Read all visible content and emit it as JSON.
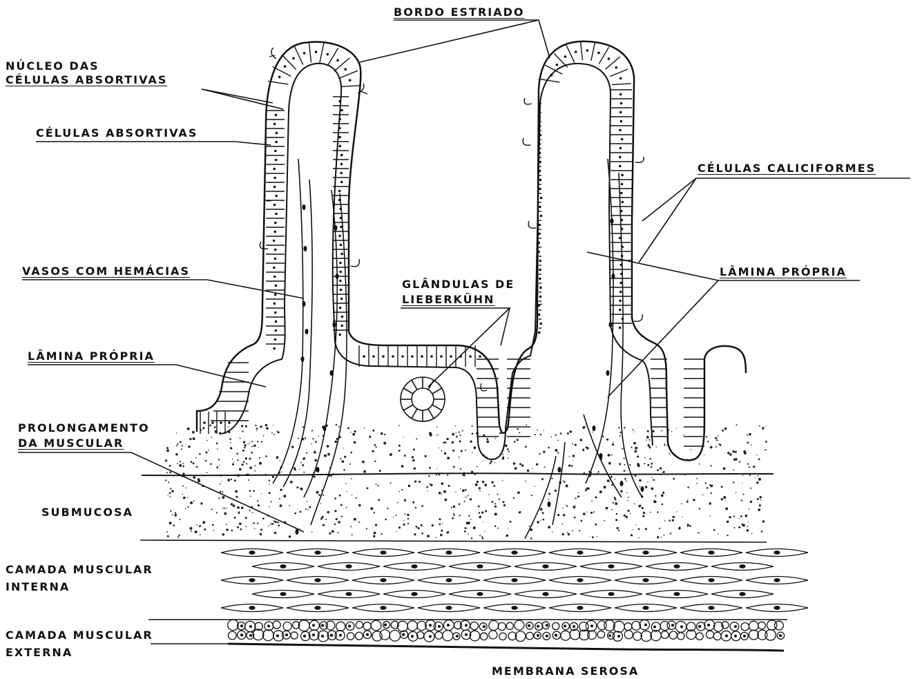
{
  "labels": {
    "bordo_estriado": "BORDO ESTRIADO",
    "nucleo_l1": "NÚCLEO DAS",
    "nucleo_l2": "CÉLULAS ABSORTIVAS",
    "celulas_absortivas": "CÉLULAS ABSORTIVAS",
    "celulas_caliciformes": "CÉLULAS CALICIFORMES",
    "lamina_propria_right": "LÂMINA PRÓPRIA",
    "vasos_com_hemacias": "VASOS COM HEMÁCIAS",
    "glandulas_l1": "GLÂNDULAS DE",
    "glandulas_l2": "LIEBERKÜHN",
    "lamina_propria_left": "LÂMINA PRÓPRIA",
    "prolongamento_l1": "PROLONGAMENTO",
    "prolongamento_l2": "DA MUSCULAR",
    "submucosa": "SUBMUCOSA",
    "muscular_interna_l1": "CAMADA MUSCULAR",
    "muscular_interna_l2": "INTERNA",
    "muscular_externa_l1": "CAMADA MUSCULAR",
    "muscular_externa_l2": "EXTERNA",
    "membrana_serosa": "MEMBRANA SEROSA"
  }
}
